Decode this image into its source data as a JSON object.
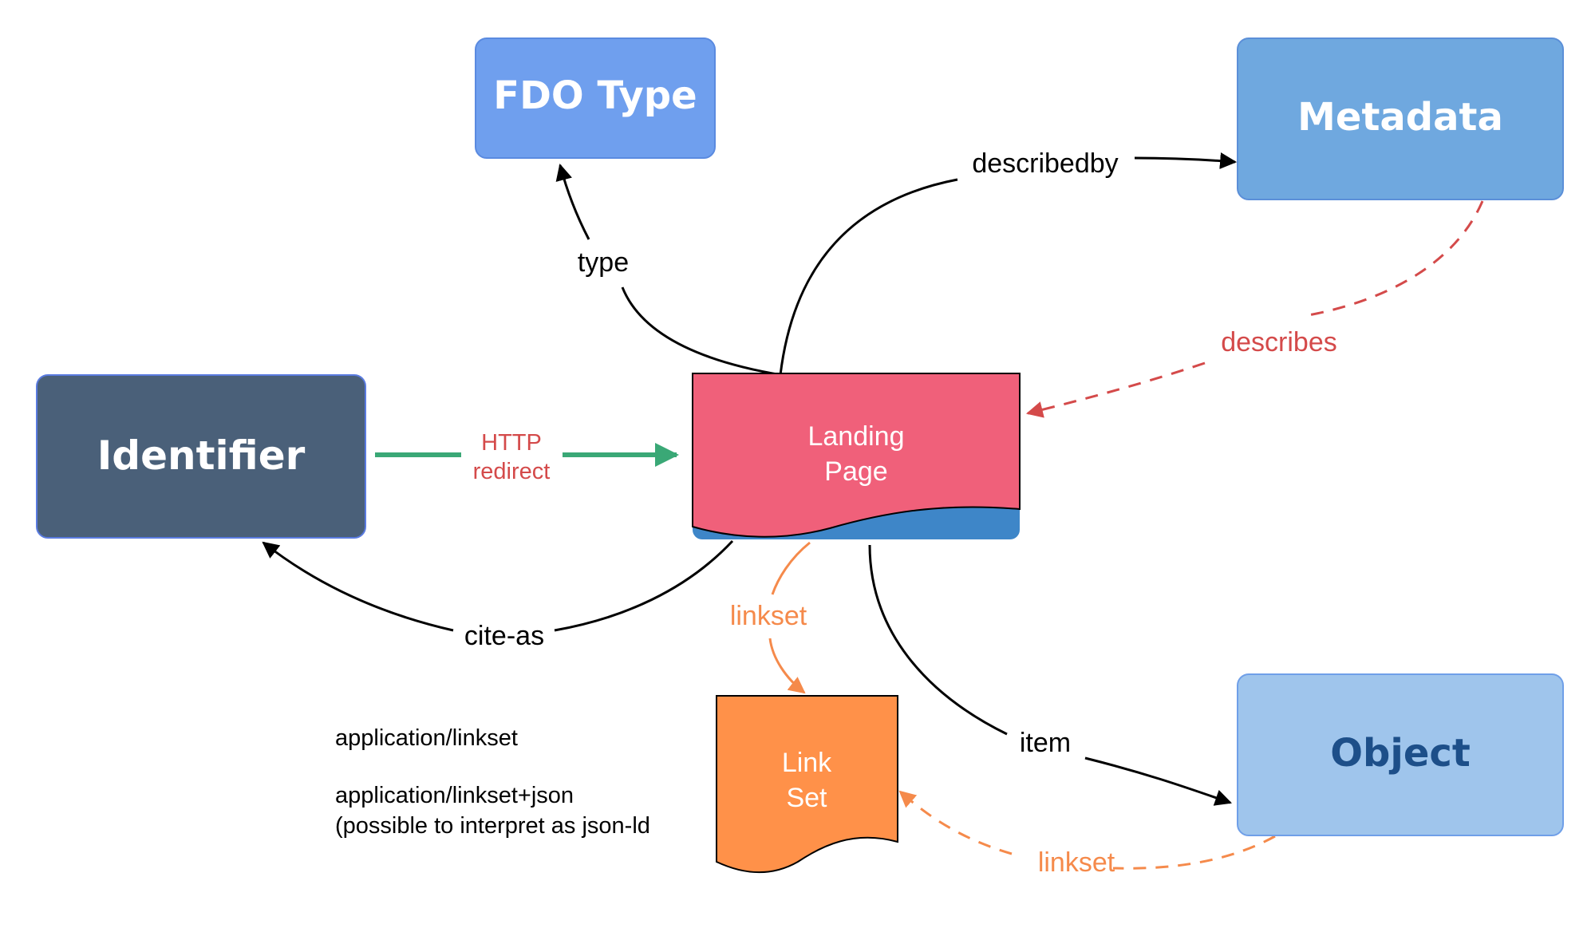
{
  "nodes": {
    "fdo_type": {
      "label": "FDO Type",
      "fill": "#6f9fee",
      "text_color": "#ffffff"
    },
    "metadata": {
      "label": "Metadata",
      "fill": "#6fa8df",
      "text_color": "#ffffff"
    },
    "identifier": {
      "label": "Identifier",
      "fill": "#4a6079",
      "text_color": "#ffffff"
    },
    "landing_page": {
      "label_line1": "Landing",
      "label_line2": "Page",
      "fill": "#f0607a",
      "wave_fill": "#3e86c8",
      "text_color": "#ffffff"
    },
    "link_set": {
      "label_line1": "Link",
      "label_line2": "Set",
      "fill": "#ff9149",
      "text_color": "#ffffff"
    },
    "object": {
      "label": "Object",
      "fill": "#9fc5ec",
      "text_color": "#1d4f89"
    }
  },
  "edges": {
    "type": {
      "label": "type",
      "color": "#000000"
    },
    "describedby": {
      "label": "describedby",
      "color": "#000000"
    },
    "describes": {
      "label": "describes",
      "color": "#d44a4a"
    },
    "http_redirect": {
      "label_line1": "HTTP",
      "label_line2": "redirect",
      "color": "#3aa876",
      "label_color": "#d44a4a"
    },
    "cite_as": {
      "label": "cite-as",
      "color": "#000000"
    },
    "linkset_lp": {
      "label": "linkset",
      "color": "#f58a4b"
    },
    "item": {
      "label": "item",
      "color": "#000000"
    },
    "linkset_obj": {
      "label": "linkset",
      "color": "#f58a4b"
    }
  },
  "notes": {
    "mime1": "application/linkset",
    "mime2": "application/linkset+json",
    "mime3": "(possible to interpret as json-ld"
  }
}
